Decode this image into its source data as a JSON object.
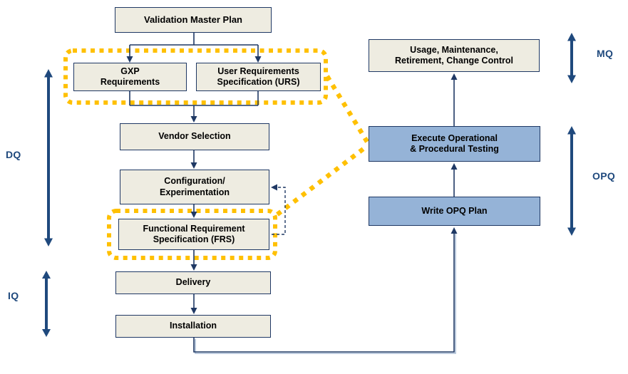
{
  "nodes": {
    "vmp": {
      "label": "Validation Master Plan"
    },
    "gxp": {
      "line1": "GXP",
      "line2": "Requirements"
    },
    "urs": {
      "line1": "User Requirements",
      "line2": "Specification (URS)"
    },
    "vendor": {
      "label": "Vendor Selection"
    },
    "config": {
      "line1": "Configuration/",
      "line2": "Experimentation"
    },
    "frs": {
      "line1": "Functional Requirement",
      "line2": "Specification (FRS)"
    },
    "delivery": {
      "label": "Delivery"
    },
    "installation": {
      "label": "Installation"
    },
    "usage": {
      "line1": "Usage, Maintenance,",
      "line2": "Retirement, Change Control"
    },
    "execute": {
      "line1": "Execute Operational",
      "line2": "& Procedural Testing"
    },
    "opq_plan": {
      "label": "Write OPQ Plan"
    }
  },
  "phases": {
    "dq": "DQ",
    "iq": "IQ",
    "mq": "MQ",
    "opq": "OPQ"
  },
  "colors": {
    "navy_border": "#1F3864",
    "phase_arrow": "#1F497D",
    "cream_fill": "#EEECE1",
    "blue_fill": "#95B3D7",
    "highlight_orange": "#FFC000",
    "shadow_blue": "#A9BCD4"
  }
}
